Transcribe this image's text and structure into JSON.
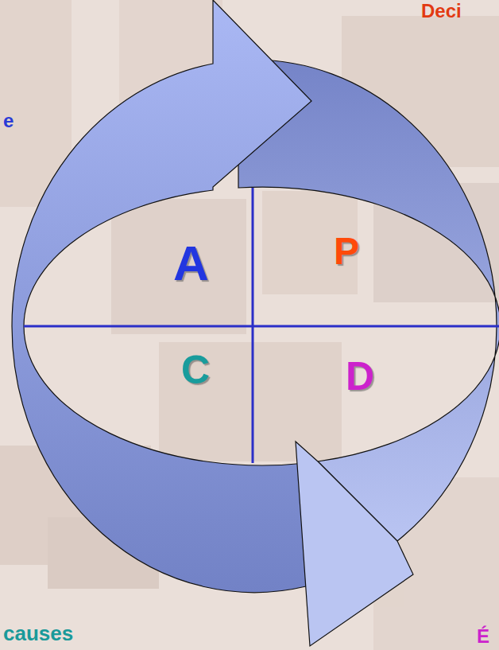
{
  "diagram": {
    "labels": [
      "Deci",
      "e",
      "A",
      "P",
      "C",
      "D",
      "causes",
      "É"
    ]
  }
}
